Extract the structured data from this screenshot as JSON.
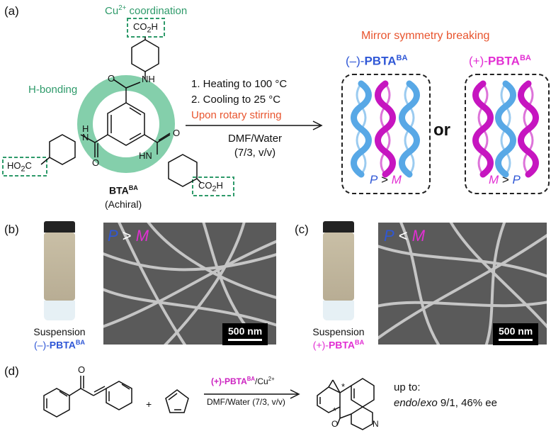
{
  "panel_a": {
    "label": "(a)",
    "cu_label": "Cu",
    "cu_sup": "2+",
    "cu_suffix": " coordination",
    "hbond_label": "H-bonding",
    "co2h_top": "CO",
    "co2h_top_sub": "2",
    "co2h_top_h": "H",
    "nh1": "NH",
    "nh2": "H\nN",
    "hn3": "HN",
    "o1": "O",
    "o2": "O",
    "o3": "O",
    "ho2c_left": "HO",
    "ho2c_left_sub": "2",
    "ho2c_left_c": "C",
    "co2h_right": "CO",
    "co2h_right_sub": "2",
    "co2h_right_h": "H",
    "bta_name": "BTA",
    "bta_sup": "BA",
    "achiral": "(Achiral)",
    "step1": "1. Heating to 100 °C",
    "step2": "2. Cooling to 25 °C",
    "step3": "Upon rotary stirring",
    "solvent1": "DMF/Water",
    "solvent2": "(7/3, v/v)",
    "mirror_title": "Mirror symmetry breaking",
    "minus_prefix": "(–)-",
    "plus_prefix": "(+)-",
    "pbta": "PBTA",
    "pbta_sup": "BA",
    "or": "or",
    "left_ratio_p": "P",
    "left_ratio_op": " > ",
    "left_ratio_m": "M",
    "right_ratio_m": "M",
    "right_ratio_op": " > ",
    "right_ratio_p": "P"
  },
  "panel_b": {
    "label": "(b)",
    "ratio_p": "P",
    "ratio_op": " > ",
    "ratio_m": "M",
    "scale": "500 nm",
    "suspension": "Suspension",
    "name_prefix": "(–)-",
    "name": "PBTA",
    "name_sup": "BA"
  },
  "panel_c": {
    "label": "(c)",
    "ratio_p": "P",
    "ratio_op": " < ",
    "ratio_m": "M",
    "scale": "500 nm",
    "suspension": "Suspension",
    "name_prefix": "(+)-",
    "name": "PBTA",
    "name_sup": "BA"
  },
  "panel_d": {
    "label": "(d)",
    "o": "O",
    "plus": "+",
    "catalyst": "(+)-PBTA",
    "catalyst_sup": "BA",
    "catalyst_cu": "/Cu",
    "catalyst_cu_sup": "2+",
    "conditions": "DMF/Water (7/3, v/v)",
    "star1": "*",
    "star2": "*",
    "o_product": "O",
    "n_product": "N",
    "upto": "up to:",
    "endo": "endo",
    "slash": "/",
    "exo": "exo",
    "result": " 9/1, 46% ee"
  },
  "colors": {
    "green": "#2e9a6a",
    "orange": "#e8542e",
    "blue": "#2f57d6",
    "pink": "#e22fd3",
    "helix_blue": "#58a8e6",
    "helix_pink": "#c615c0"
  }
}
